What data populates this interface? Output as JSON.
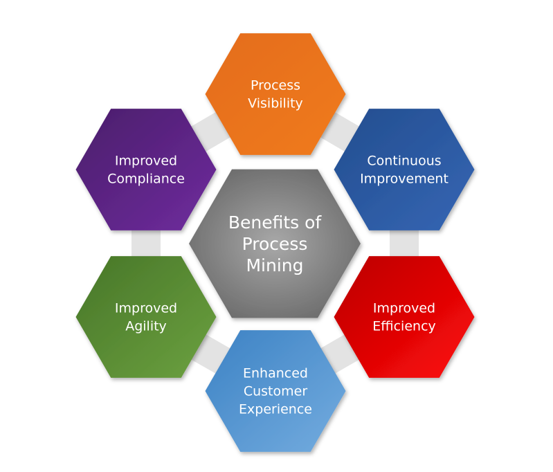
{
  "diagram": {
    "center": {
      "lines": [
        "Benefits of",
        "Process",
        "Mining"
      ],
      "color_light": "#a8a8a8",
      "color_dark": "#6e6e6e"
    },
    "benefits": [
      {
        "id": "process-visibility",
        "lines": [
          "Process",
          "Visibility"
        ],
        "color_light": "#f07b1e",
        "color_dark": "#e46c1a"
      },
      {
        "id": "continuous-improvement",
        "lines": [
          "Continuous",
          "Improvement"
        ],
        "color_light": "#3566b4",
        "color_dark": "#234d8f"
      },
      {
        "id": "improved-efficiency",
        "lines": [
          "Improved",
          "Efficiency"
        ],
        "color_light": "#ff0a0a",
        "color_dark": "#bb0000"
      },
      {
        "id": "enhanced-customer-experience",
        "lines": [
          "Enhanced",
          "Customer",
          "Experience"
        ],
        "color_light": "#74acdf",
        "color_dark": "#3c82c4"
      },
      {
        "id": "improved-agility",
        "lines": [
          "Improved",
          "Agility"
        ],
        "color_light": "#6ca140",
        "color_dark": "#477628"
      },
      {
        "id": "improved-compliance",
        "lines": [
          "Improved",
          "Compliance"
        ],
        "color_light": "#6f2c9e",
        "color_dark": "#4a1d6b"
      }
    ],
    "connector_color": "#e3e3e3"
  }
}
